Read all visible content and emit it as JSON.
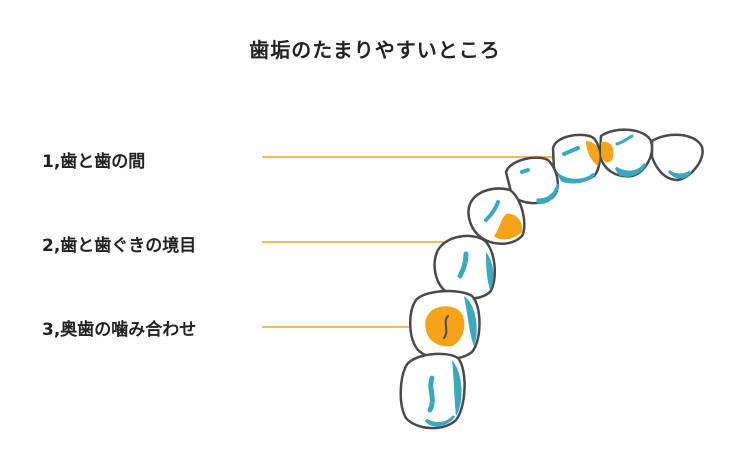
{
  "title": "歯垢のたまりやすいところ",
  "labels": [
    "1,歯と歯の間",
    "2,歯と歯ぐきの境目",
    "3,奥歯の噛み合わせ"
  ],
  "colors": {
    "teal": "#3aa9bd",
    "orange": "#f5a419",
    "outline": "#4a4a4a",
    "leader": "#f5a419"
  }
}
